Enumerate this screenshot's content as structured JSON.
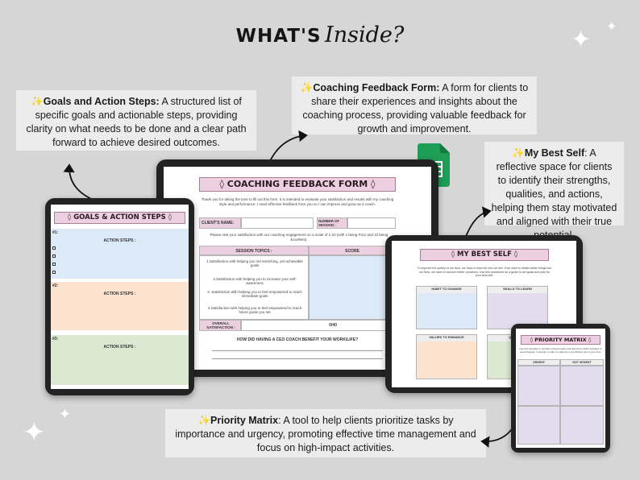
{
  "heading": {
    "part1": "WHAT'S",
    "part2": "Inside?"
  },
  "callouts": {
    "goals": {
      "title": "Goals and Action Steps:",
      "text": "A structured list of specific goals and actionable steps, providing clarity on what needs to be done and a clear path forward to achieve desired outcomes."
    },
    "coaching": {
      "title": "Coaching Feedback Form:",
      "text": "A form for clients to share their experiences and insights about the coaching process, providing valuable feedback for growth and improvement."
    },
    "best_self": {
      "title": "My Best Self",
      "text": ": A reflective space for clients to identify their strengths, qualities, and actions, helping them stay motivated and aligned with their true potential."
    },
    "priority": {
      "title": "Priority Matrix",
      "text": ": A tool to help clients prioritize tasks by importance and urgency, promoting effective time management and focus on high-impact activities."
    }
  },
  "feedback_form": {
    "title": "◊ COACHING FEEDBACK FORM ◊",
    "intro": "Thank you for taking the time to fill out this form. It is intended to evaluate your satisfaction and results with my coaching style and performance. I need effective feedback from you so I can improve and grow as a coach.",
    "client_name": "CLIENT'S NAME:",
    "session_no": "NUMBER OF SESSION :",
    "rate_text": "Please rate your satisfaction with our coaching engagement on a scale of 1-10 (with 1 being Poor and 10 being Excellent).",
    "col_topics": "SESSION TOPICS :",
    "col_score": "SCORE",
    "rows": [
      "1.Satisfaction with helping you set stretching, yet achievable goals",
      "2.Satisfaction with helping you to increase your self-awareness",
      "3. Satisfaction with helping you to feel empowered to reach immediate goals",
      "4.Satisfaction with helping you to feel empowered to reach future goals you set"
    ],
    "overall": "OVERALL SATISFACTION :",
    "overall_score": "0/40",
    "question": "HOW DID HAVING A CEO COACH BENEFIT YOUR WORK/LIFE?"
  },
  "goals_sheet": {
    "title": "◊ GOALS & ACTION STEPS ◊",
    "action_label": "ACTION STEPS :",
    "goal_prefixes": [
      "#1:",
      "#2:",
      "#3:"
    ]
  },
  "best_self_sheet": {
    "title": "◊ MY BEST SELF ◊",
    "intro": "To improve the quality of our lives, we have to improve who we are. If we want to obtain better things into our lives, we have to become better ourselves. Use this worksheet as a guide to set goals and plan for your best self.",
    "boxes": [
      "HABIT TO CHANGE",
      "SKILLS TO LEARN",
      "VALUES TO ENHANCE",
      "QUALITIES"
    ]
  },
  "priority_sheet": {
    "title": "◊ PRIORITY MATRIX ◊",
    "intro": "Use this template to prioritize projects tasks and determine which activities or need dropped, to decide in order to make the most efficient use of your time.",
    "col1": "URGENT",
    "col2": "NOT URGENT"
  },
  "colors": {
    "pink": "#eccfe0",
    "blue": "#dce9f7",
    "orange": "#fbe3cf",
    "green": "#dbe9d2",
    "purple": "#e3dcef"
  }
}
